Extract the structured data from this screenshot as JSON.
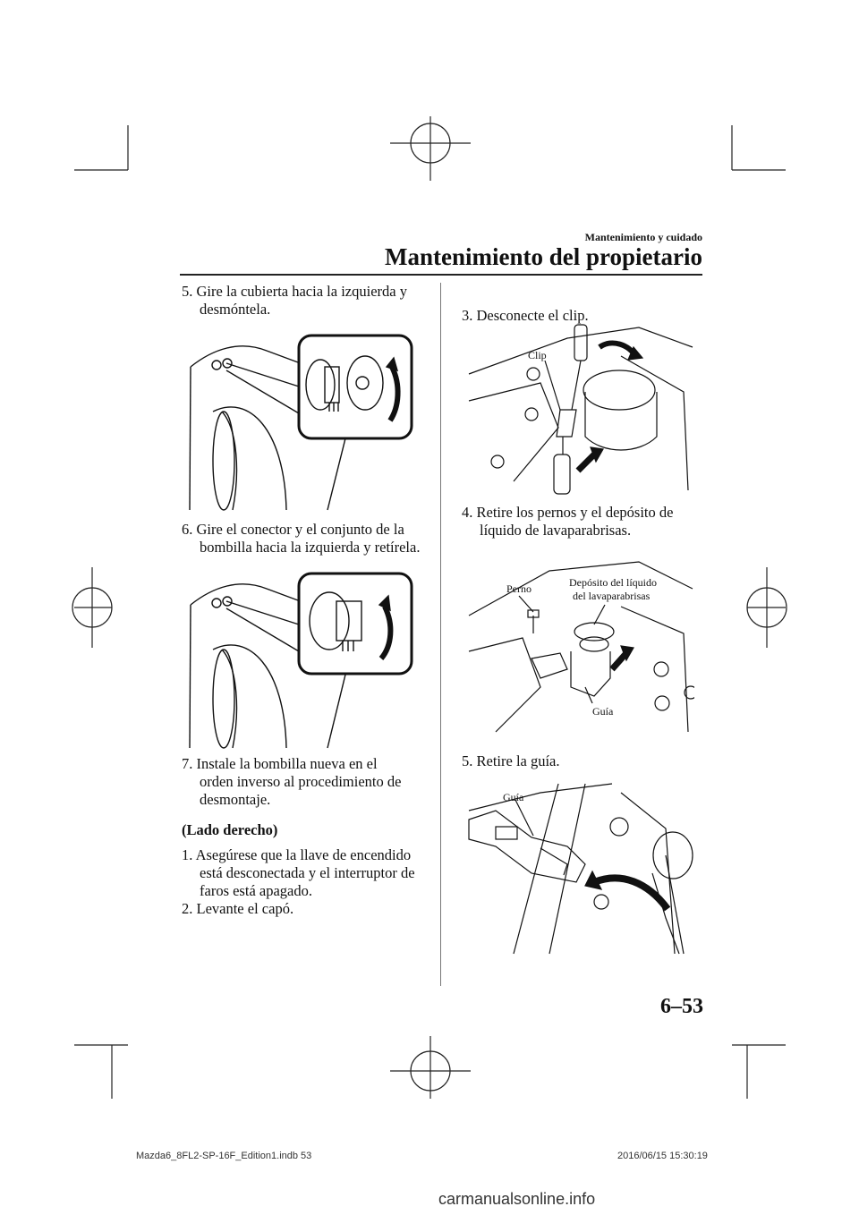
{
  "header": {
    "section": "Mantenimiento y cuidado",
    "title": "Mantenimiento del propietario"
  },
  "left_column": {
    "step5": {
      "num": "5.",
      "line1": "Gire la cubierta hacia la izquierda y",
      "line2": "desmóntela."
    },
    "step6": {
      "num": "6.",
      "line1": "Gire el conector y el conjunto de la",
      "line2": "bombilla hacia la izquierda y retírela."
    },
    "step7": {
      "num": "7.",
      "line1": "Instale la bombilla nueva en el",
      "line2": "orden inverso al procedimiento de",
      "line3": "desmontaje."
    },
    "subheading": "(Lado derecho)",
    "rstep1": {
      "num": "1.",
      "line1": "Asegúrese que la llave de encendido",
      "line2": "está desconectada y el interruptor de",
      "line3": "faros está apagado."
    },
    "rstep2": {
      "num": "2.",
      "line1": "Levante el capó."
    }
  },
  "right_column": {
    "step3": {
      "num": "3.",
      "line1": "Desconecte el clip."
    },
    "fig3_label": "Clip",
    "step4": {
      "num": "4.",
      "line1": "Retire los pernos y el depósito de",
      "line2": "líquido de lavaparabrisas."
    },
    "fig4_labels": {
      "perno": "Perno",
      "deposito1": "Depósito del líquido",
      "deposito2": "del lavaparabrisas",
      "guia": "Guía"
    },
    "step5": {
      "num": "5.",
      "line1": "Retire la guía."
    },
    "fig5_label": "Guía"
  },
  "page_number": "6–53",
  "footer": {
    "file": "Mazda6_8FL2-SP-16F_Edition1.indb   53",
    "timestamp": "2016/06/15   15:30:19"
  },
  "watermark": "carmanualsonline.info"
}
